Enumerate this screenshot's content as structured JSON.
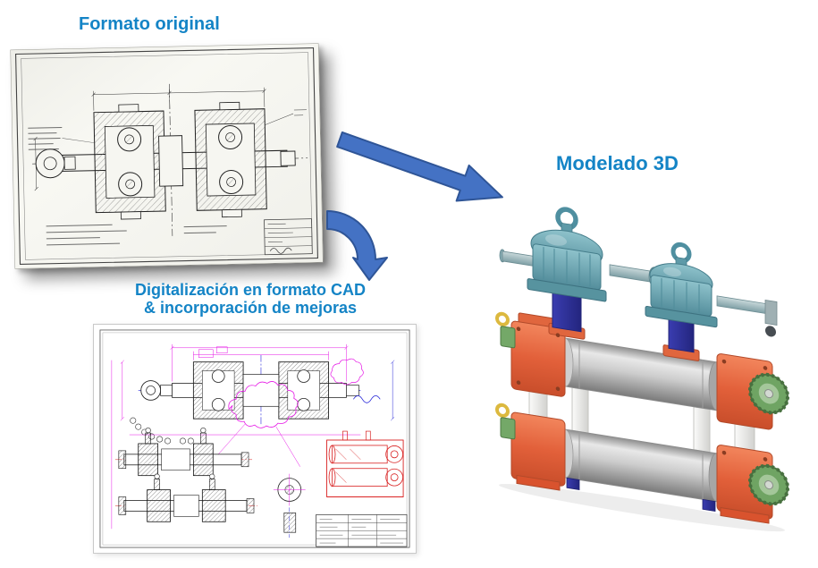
{
  "headings": {
    "original": "Formato original",
    "model_3d": "Modelado 3D",
    "cad_line1": "Digitalización en formato CAD",
    "cad_line2": "& incorporación de mejoras"
  },
  "colors": {
    "background": "#FFFFFF",
    "heading_blue": "#1484C6",
    "arrow_fill": "#4472C4",
    "arrow_stroke": "#2F5597",
    "model_frame_orange": "#E2603A",
    "model_gear_teal": "#6FAEBB",
    "model_roller_gray": "#C9C9C9",
    "model_accent_green": "#6FA463",
    "model_column_blue": "#2D2F93",
    "cad_magenta": "#E515E5",
    "cad_red": "#D81F1F",
    "cad_blue": "#2424D8"
  },
  "icons": {
    "arrow_right": "block-arrow-right-icon",
    "arrow_curved": "curved-arrow-down-icon"
  }
}
